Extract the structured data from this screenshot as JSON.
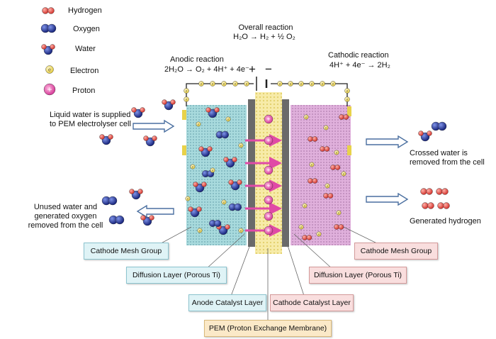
{
  "legend": {
    "hydrogen": "Hydrogen",
    "oxygen": "Oxygen",
    "water": "Water",
    "electron": "Electron",
    "proton": "Proton"
  },
  "reactions": {
    "overall_title": "Overall reaction",
    "overall_eq": "H₂O → H₂ + ½ O₂",
    "anodic_title": "Anodic reaction",
    "anodic_eq": "2H₂O → O₂ + 4H⁺ + 4e⁻",
    "cathodic_title": "Cathodic reaction",
    "cathodic_eq": "4H⁺ + 4e⁻ → 2H₂"
  },
  "polarity": {
    "plus": "+",
    "minus": "−"
  },
  "annotations": {
    "liquid_water_line1": "Liquid water is supplied",
    "liquid_water_line2": "to PEM electrolyser cell",
    "unused_line1": "Unused water and",
    "unused_line2": "generated oxygen",
    "unused_line3": "removed from the cell",
    "crossed_line1": "Crossed water is",
    "crossed_line2": "removed from the cell",
    "generated_hydrogen": "Generated hydrogen"
  },
  "labels": {
    "cathode_mesh_left": "Cathode Mesh Group",
    "cathode_mesh_right": "Cathode Mesh Group",
    "diffusion_left": "Diffusion Layer (Porous Ti)",
    "diffusion_right": "Diffusion Layer (Porous Ti)",
    "anode_catalyst": "Anode Catalyst Layer",
    "cathode_catalyst": "Cathode Catalyst Layer",
    "pem": "PEM (Proton Exchange Membrane)"
  },
  "colors": {
    "hydrogen": "#e0443f",
    "oxygen": "#1f2f9e",
    "electron": "#e8d24a",
    "proton": "#e04aa6",
    "anode_region": "#9fd3d8",
    "cathode_region": "#d9a4d4",
    "membrane": "#f6e9a0"
  },
  "icons": [
    "hydrogen-molecule-icon",
    "oxygen-molecule-icon",
    "water-molecule-icon",
    "electron-icon",
    "proton-icon"
  ]
}
